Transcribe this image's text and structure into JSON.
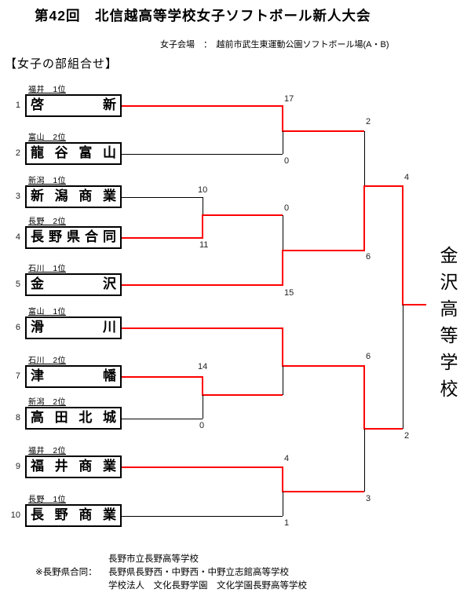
{
  "header": {
    "title": "第42回　北信越高等学校女子ソフトボール新人大会",
    "venue": "女子会場　：　越前市武生東運動公園ソフトボール場(A・B)"
  },
  "section_heading": "【女子の部組合せ】",
  "bracket": {
    "teams": [
      {
        "no": "1",
        "seed": "福井　1位",
        "name": "啓新"
      },
      {
        "no": "2",
        "seed": "富山　2位",
        "name": "龍谷富山"
      },
      {
        "no": "3",
        "seed": "新潟　1位",
        "name": "新潟商業"
      },
      {
        "no": "4",
        "seed": "長野　2位",
        "name": "長野県合同"
      },
      {
        "no": "5",
        "seed": "石川　1位",
        "name": "金沢"
      },
      {
        "no": "6",
        "seed": "富山　1位",
        "name": "滑川"
      },
      {
        "no": "7",
        "seed": "石川　2位",
        "name": "津幡"
      },
      {
        "no": "8",
        "seed": "新潟　2位",
        "name": "高田北城"
      },
      {
        "no": "9",
        "seed": "福井　2位",
        "name": "福井商業"
      },
      {
        "no": "10",
        "seed": "長野　1位",
        "name": "長野商業"
      }
    ],
    "scores": {
      "m1_top": "17",
      "m1_bottom": "0",
      "m2_top": "10",
      "m2_bottom": "11",
      "m3_top": "14",
      "m3_bottom": "0",
      "m4_top": "4",
      "m4_bottom": "1",
      "q1_top": "0",
      "q1_bottom": "15",
      "s1_top": "2",
      "s1_bottom": "6",
      "s2_top": "6",
      "s2_bottom": "3",
      "f_top": "4",
      "f_bottom": "2"
    },
    "champion": "金沢高等学校"
  },
  "footnote": {
    "label": "※長野県合同：",
    "lines": [
      "長野市立長野高等学校",
      "長野県長野西・中野西・中野立志館高等学校",
      "学校法人　文化長野学園　文化学園長野高等学校"
    ]
  },
  "colors": {
    "winner_path": "#ff0000",
    "bracket_line": "#000000"
  }
}
